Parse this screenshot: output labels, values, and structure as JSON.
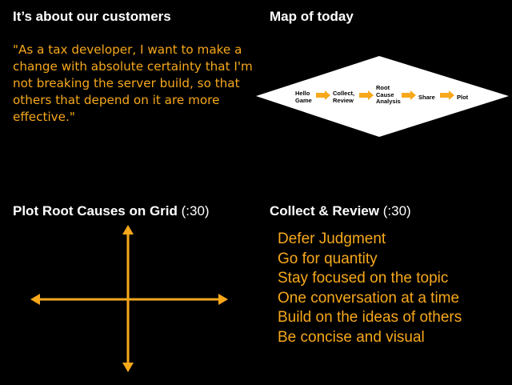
{
  "colors": {
    "background": "#000000",
    "heading": "#ffffff",
    "accent": "#f7a81b",
    "diagram_fill": "#ffffff"
  },
  "customers": {
    "title": "It’s about our customers",
    "quote": "\"As a tax developer, I want to make a change with absolute certainty that I'm not breaking the server build, so that others that depend on it are more effective.\""
  },
  "map": {
    "title": "Map of today",
    "steps": [
      {
        "lines": [
          "Hello",
          "Game"
        ]
      },
      {
        "lines": [
          "Collect,",
          "Review"
        ]
      },
      {
        "lines": [
          "Root",
          "Cause",
          "Analysis"
        ]
      },
      {
        "lines": [
          "Share"
        ]
      },
      {
        "lines": [
          "Plot"
        ]
      }
    ]
  },
  "plot": {
    "title": "Plot Root Causes on Grid",
    "duration": "(:30)"
  },
  "collect": {
    "title": "Collect & Review",
    "duration": "(:30)",
    "rules": [
      "Defer Judgment",
      "Go for quantity",
      "Stay focused on the topic",
      "One conversation at a time",
      "Build on the ideas of others",
      "Be concise and visual"
    ]
  }
}
